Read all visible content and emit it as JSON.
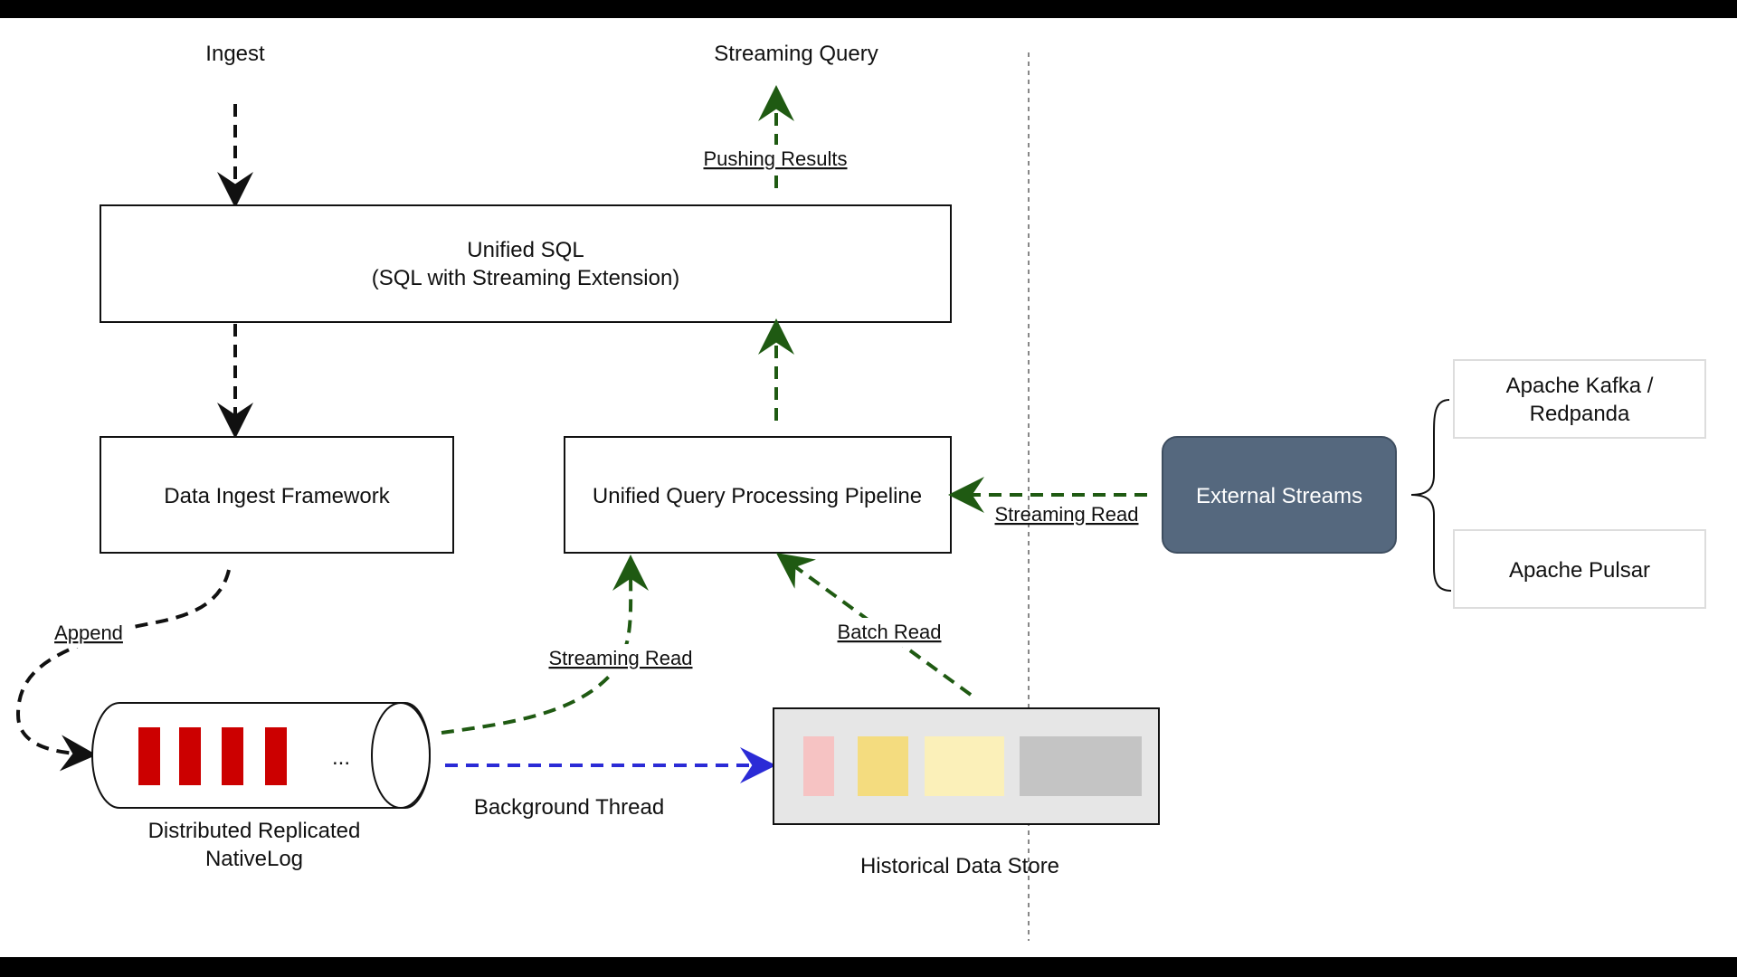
{
  "labels": {
    "ingest": "Ingest",
    "streaming_query": "Streaming Query",
    "pushing_results": "Pushing Results",
    "unified_sql_line1": "Unified SQL",
    "unified_sql_line2": "(SQL with Streaming Extension)",
    "data_ingest_framework": "Data Ingest Framework",
    "unified_query_pipeline": "Unified Query Processing Pipeline",
    "external_streams": "External Streams",
    "kafka_line1": "Apache Kafka /",
    "kafka_line2": "Redpanda",
    "pulsar": "Apache Pulsar",
    "streaming_read_external": "Streaming Read",
    "append": "Append",
    "streaming_read_log": "Streaming Read",
    "batch_read": "Batch Read",
    "log_ellipsis": "...",
    "nativelog_line1": "Distributed Replicated",
    "nativelog_line2": "NativeLog",
    "background_thread": "Background Thread",
    "historical_store": "Historical Data Store"
  },
  "colors": {
    "black_arrow": "#111111",
    "green_arrow": "#1f5a12",
    "blue_arrow": "#2b2bd6",
    "external_fill": "#55687e",
    "log_block": "#cc0000",
    "store_fill": "#e6e6e6",
    "store_blocks": [
      "#f6c3c3",
      "#f4dc7f",
      "#fbf0b9",
      "#c4c4c4"
    ]
  }
}
